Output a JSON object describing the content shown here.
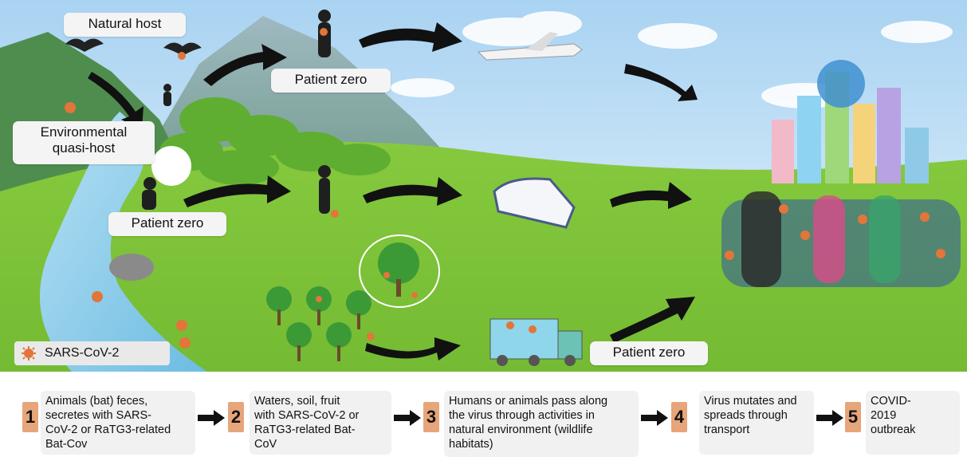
{
  "labels": {
    "natural_host": "Natural host",
    "patient_zero_top": "Patient zero",
    "environmental_quasi_host": "Environmental\nquasi-host",
    "patient_zero_middle": "Patient zero",
    "patient_zero_bottom": "Patient zero",
    "legend": "SARS-CoV-2"
  },
  "steps": [
    {
      "num": "1",
      "text": "Animals (bat) feces,\nsecretes with SARS-\nCoV-2 or RaTG3-related\nBat-Cov"
    },
    {
      "num": "2",
      "text": "Waters, soil, fruit\nwith SARS-CoV-2 or\nRaTG3-related Bat-\nCoV"
    },
    {
      "num": "3",
      "text": "Humans or animals pass along\nthe virus through activities in\nnatural environment (wildlife\nhabitats)"
    },
    {
      "num": "4",
      "text": "Virus mutates and\nspreads through\ntransport"
    },
    {
      "num": "5",
      "text": "COVID-\n2019\noutbreak"
    }
  ],
  "colors": {
    "sky": "#cfe6f7",
    "grass": "#7cc33a",
    "river": "#7fc4e6",
    "mountain": "#6e9aa5",
    "step_number_bg": "#e7a57a",
    "virus": "#e2763a"
  }
}
